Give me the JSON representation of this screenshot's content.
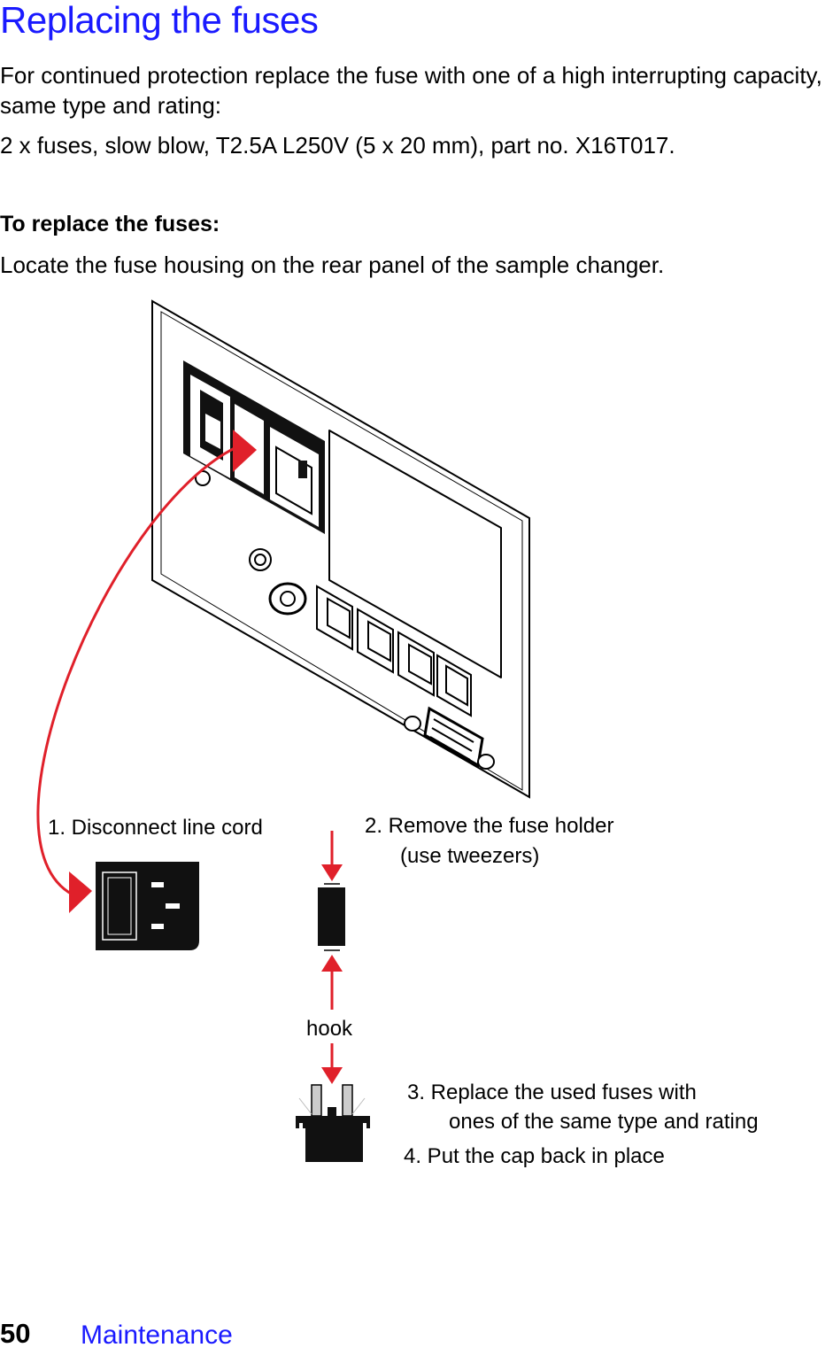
{
  "page": {
    "title": "Replacing the fuses",
    "intro": "For continued protection replace the fuse with one of a high interrupting capacity, same type and rating:",
    "fuse_spec": "2 x fuses, slow blow, T2.5A L250V (5 x 20 mm), part no. X16T017.",
    "subheading": "To replace the fuses:",
    "instruction": "Locate the fuse housing on the rear panel of the sample changer."
  },
  "figure": {
    "step1": "1. Disconnect line cord",
    "step2_line1": "2. Remove the fuse holder",
    "step2_line2": "(use tweezers)",
    "hook_label": "hook",
    "step3_line1": "3.  Replace the used fuses with",
    "step3_line2": "ones of the same type and rating",
    "step4": "4.   Put the cap back in place",
    "arrow_color": "#e0202a"
  },
  "footer": {
    "page_number": "50",
    "section": "Maintenance"
  }
}
